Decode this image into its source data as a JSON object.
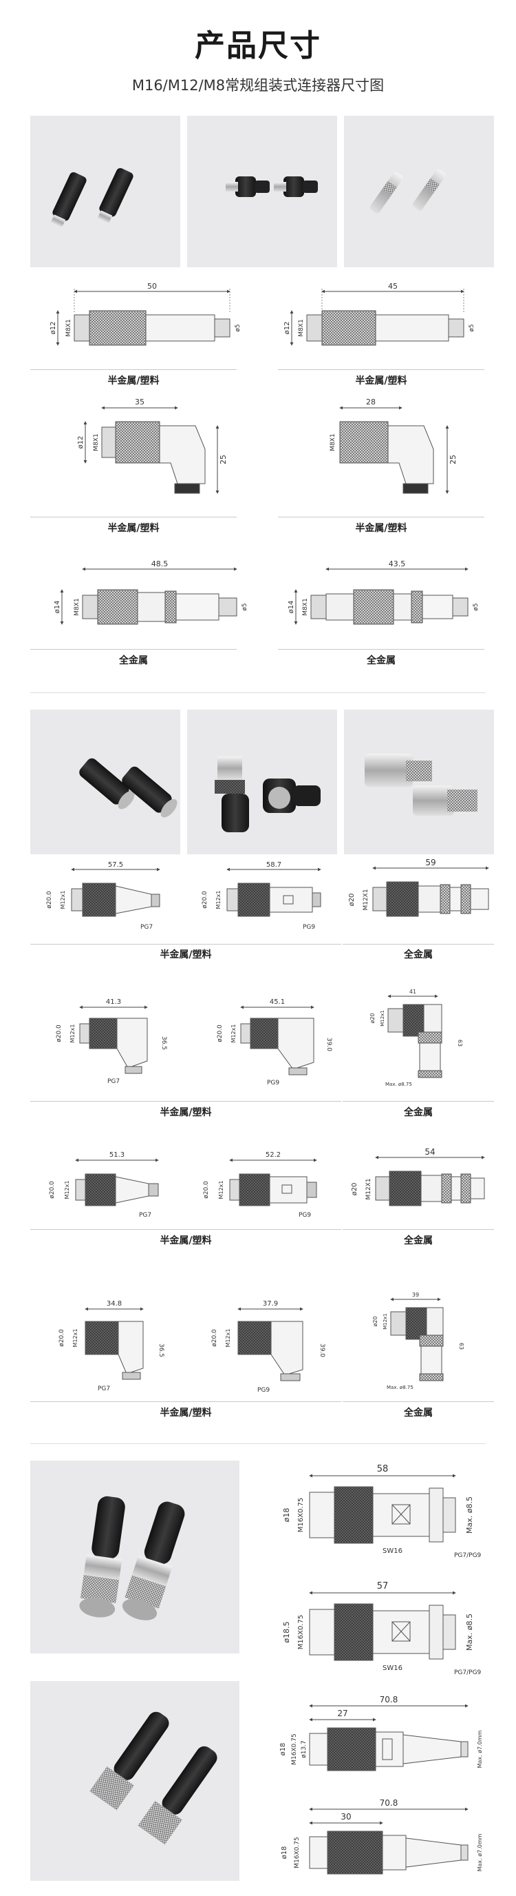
{
  "header": {
    "title": "产品尺寸",
    "subtitle": "M16/M12/M8常规组装式连接器尺寸图"
  },
  "section1": {
    "row1": {
      "dims": [
        "50",
        "45"
      ],
      "threads": [
        "M8X1",
        "M8X1"
      ],
      "diameters": [
        "ø12",
        "ø12"
      ],
      "pins": [
        "ø5",
        "ø5"
      ],
      "caption": "半金属/塑料"
    },
    "row2": {
      "dims": [
        "35",
        "28"
      ],
      "threads": [
        "M8X1",
        "M8X1"
      ],
      "diameters": [
        "ø12",
        ""
      ],
      "heights": [
        "25",
        "25"
      ],
      "caption": "半金属/塑料"
    },
    "row3": {
      "dims": [
        "48.5",
        "43.5"
      ],
      "threads": [
        "M8X1",
        "M8X1"
      ],
      "diameters": [
        "ø14",
        "ø14"
      ],
      "pins": [
        "ø5",
        "ø5"
      ],
      "caption": "全金属"
    }
  },
  "section2": {
    "row1": {
      "dims": [
        "57.5",
        "58.7",
        "59"
      ],
      "threads": [
        "M12x1",
        "M12x1",
        "M12X1"
      ],
      "diameters": [
        "ø20.0",
        "ø20.0",
        "ø20"
      ],
      "glands": [
        "PG7",
        "PG9"
      ],
      "caption_a": "半金属/塑料",
      "caption_b": "全金属"
    },
    "row2": {
      "dims": [
        "41.3",
        "45.1",
        "41"
      ],
      "threads": [
        "M12x1",
        "M12x1",
        "M12x1"
      ],
      "diameters": [
        "ø20.0",
        "ø20.0",
        "ø20"
      ],
      "heights": [
        "36.5",
        "39.0",
        "63"
      ],
      "glands": [
        "PG7",
        "PG9"
      ],
      "max_label": "Max. ø8.75",
      "caption_a": "半金属/塑料",
      "caption_b": "全金属"
    },
    "row3": {
      "dims": [
        "51.3",
        "52.2",
        "54"
      ],
      "threads": [
        "M12x1",
        "M12x1",
        "M12X1"
      ],
      "diameters": [
        "ø20.0",
        "ø20.0",
        "ø20"
      ],
      "glands": [
        "PG7",
        "PG9"
      ],
      "caption_a": "半金属/塑料",
      "caption_b": "全金属"
    },
    "row4": {
      "dims": [
        "34.8",
        "37.9",
        "39"
      ],
      "threads": [
        "M12x1",
        "M12x1",
        "M12x1"
      ],
      "diameters": [
        "ø20.0",
        "ø20.0",
        "ø20"
      ],
      "heights": [
        "36.5",
        "39.0",
        "63"
      ],
      "glands": [
        "PG7",
        "PG9"
      ],
      "max_label": "Max. ø8.75",
      "caption_a": "半金属/塑料",
      "caption_b": "全金属"
    }
  },
  "section3": {
    "d1": {
      "length": "58",
      "thread": "M16X0.75",
      "diameter": "ø18",
      "wrench": "SW16",
      "max": "Max. ø8.5",
      "gland": "PG7/PG9"
    },
    "d2": {
      "length": "57",
      "thread": "M16X0.75",
      "diameter": "ø18.5",
      "wrench": "SW16",
      "max": "Max. ø8.5",
      "gland": "PG7/PG9"
    },
    "d3": {
      "length": "70.8",
      "inner": "27",
      "thread": "M16X0.75",
      "diameter": "ø18",
      "inner_d": "ø13.7",
      "max": "Max. ø7.0mm"
    },
    "d4": {
      "length": "70.8",
      "inner": "30",
      "thread": "M16X0.75",
      "diameter": "ø18",
      "max": "Max. ø7.0mm"
    }
  }
}
